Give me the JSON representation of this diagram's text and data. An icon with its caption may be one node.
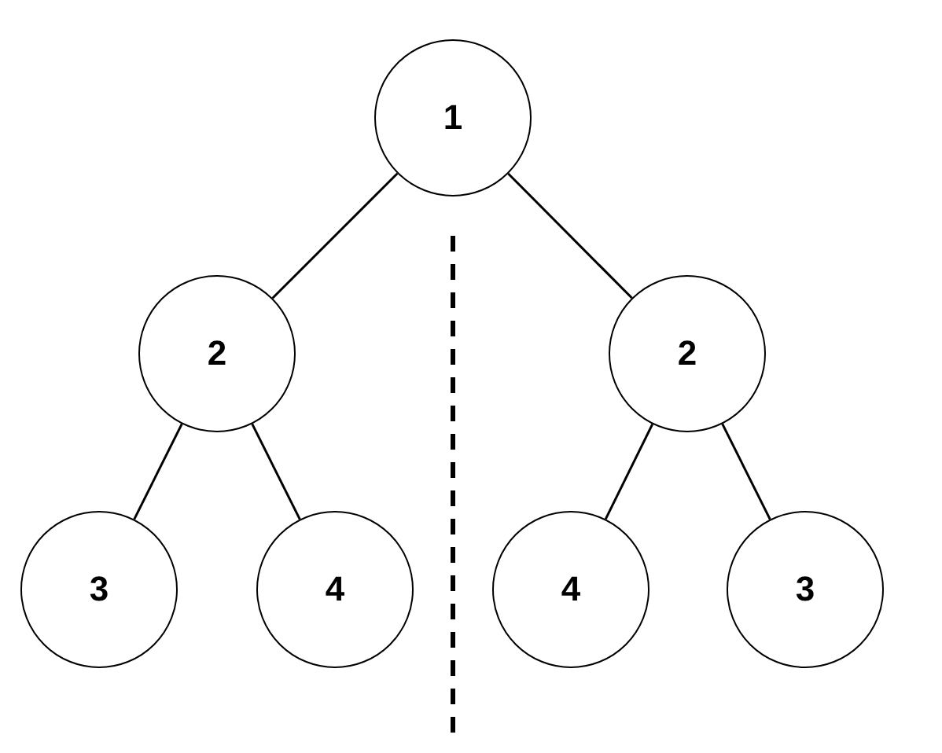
{
  "diagram": {
    "nodes": [
      {
        "text": [
          "1"
        ]
      },
      {
        "text": [
          "2"
        ]
      },
      {
        "text": [
          "2"
        ]
      },
      {
        "text": [
          "3"
        ]
      },
      {
        "text": [
          "4"
        ]
      },
      {
        "text": [
          "4"
        ]
      },
      {
        "text": [
          "3"
        ]
      }
    ],
    "edges": [
      {
        "from": 0,
        "to": 1,
        "arrow": "none"
      },
      {
        "from": 0,
        "to": 2,
        "arrow": "none"
      },
      {
        "from": 1,
        "to": 3,
        "arrow": "none"
      },
      {
        "from": 1,
        "to": 4,
        "arrow": "none"
      },
      {
        "from": 2,
        "to": 5,
        "arrow": "none"
      },
      {
        "from": 2,
        "to": 6,
        "arrow": "none"
      }
    ]
  }
}
